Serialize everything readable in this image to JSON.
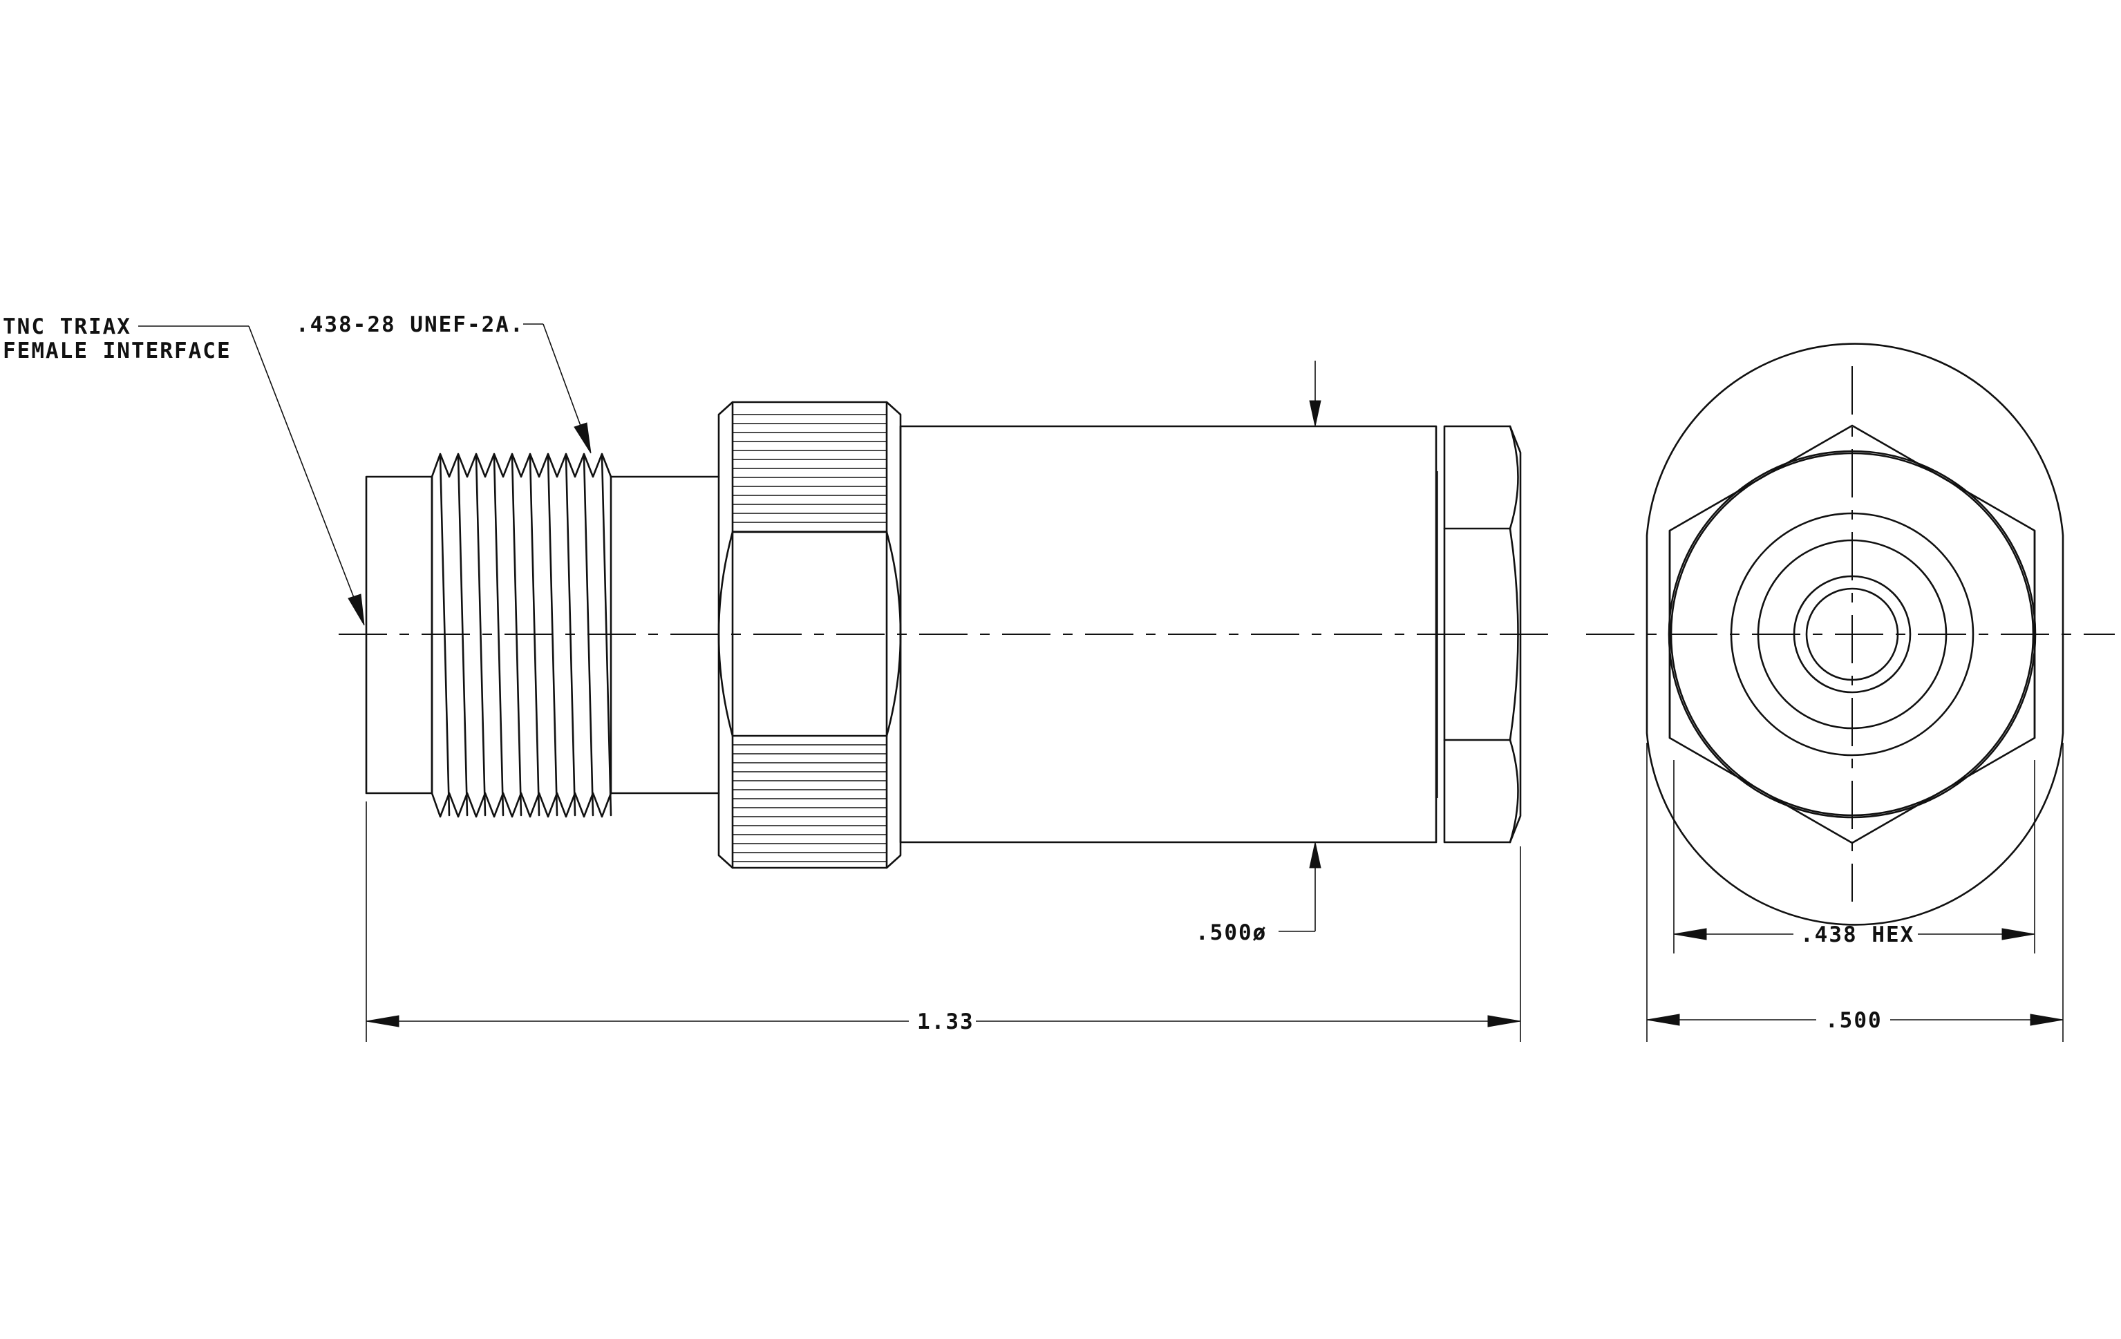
{
  "annotations": {
    "interface_line1": "TNC TRIAX",
    "interface_line2": "FEMALE INTERFACE",
    "thread_spec": ".438-28 UNEF-2A.",
    "body_diameter": ".500ø",
    "overall_length": "1.33",
    "hex_size": ".438 HEX",
    "end_diameter": ".500"
  },
  "colors": {
    "line": "#111111",
    "background": "#ffffff"
  }
}
